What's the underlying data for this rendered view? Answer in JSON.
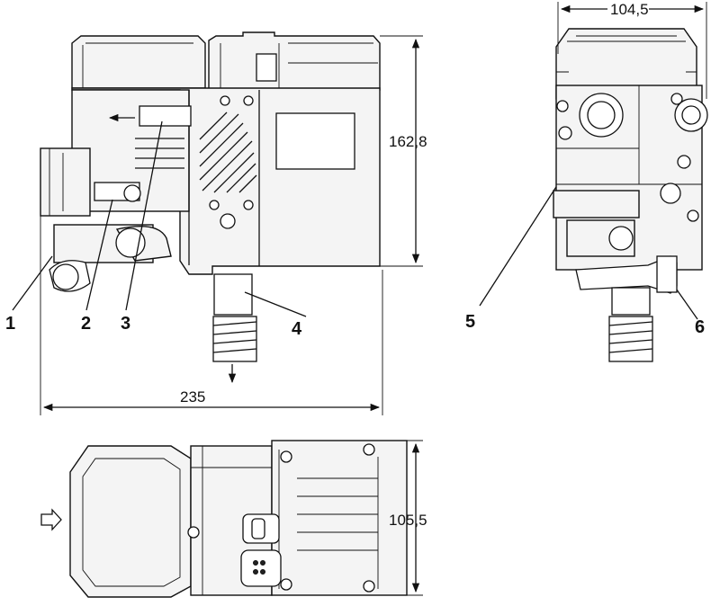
{
  "dimensions": {
    "width_top": "104,5",
    "height_front": "162,8",
    "length_front": "235",
    "width_bottom": "105,5"
  },
  "callouts": [
    "1",
    "2",
    "3",
    "4",
    "5",
    "6"
  ],
  "colors": {
    "line": "#111111",
    "fill": "#f4f4f4",
    "background": "#ffffff"
  }
}
